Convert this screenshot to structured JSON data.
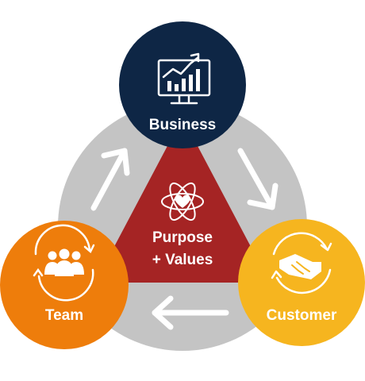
{
  "nodes": {
    "business": {
      "label": "Business",
      "icon": "chart-monitor-icon",
      "color": "#0e2645"
    },
    "team": {
      "label": "Team",
      "icon": "team-cycle-icon",
      "color": "#ee7d0b"
    },
    "customer": {
      "label": "Customer",
      "icon": "handshake-cycle-icon",
      "color": "#f6b51f"
    }
  },
  "center": {
    "line1": "Purpose",
    "line2": "+ Values",
    "icon": "atom-heart-icon",
    "color": "#a52424"
  },
  "ring_color": "#c4c4c4",
  "arrows": [
    "team-to-business",
    "business-to-customer",
    "customer-to-team"
  ]
}
